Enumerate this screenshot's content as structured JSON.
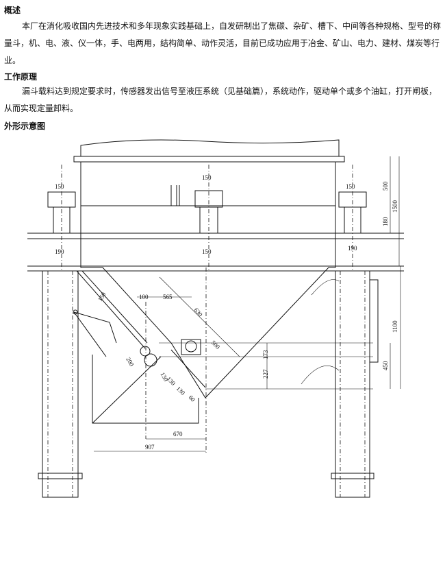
{
  "sections": [
    {
      "heading": "概述",
      "body": "本厂在消化吸收国内先进技术和多年现象实践基础上，自发研制出了焦碳、杂矿、槽下、中间等各种规格、型号的称量斗，机、电、液、仪一体，手、电两用，结构简单、动作灵活，目前已成功应用于冶金、矿山、电力、建材、煤炭等行业。"
    },
    {
      "heading": "工作原理",
      "body": "漏斗载料达到规定要求时，传感器发出信号至液压系统（见基础篇），系统动作，驱动单个或多个油缸，打开闸板，从而实现定量卸料。"
    },
    {
      "heading": "外形示意图"
    }
  ],
  "drawing": {
    "dims": {
      "left_top": "150",
      "center_top": "150",
      "right_top": "150",
      "right_500": "500",
      "right_1500": "1500",
      "right_180": "180",
      "left_190": "190",
      "center_150": "150",
      "right_190": "190",
      "right_1100": "1100",
      "right_450": "450",
      "diag_150": "150",
      "d100": "100",
      "d565": "565",
      "d630": "630",
      "d500": "500",
      "d173": "173",
      "d227": "227",
      "d200": "200",
      "d130a": "130",
      "d130b": "130",
      "d130c": "130",
      "d60": "60",
      "d670": "670",
      "d907": "907"
    }
  }
}
